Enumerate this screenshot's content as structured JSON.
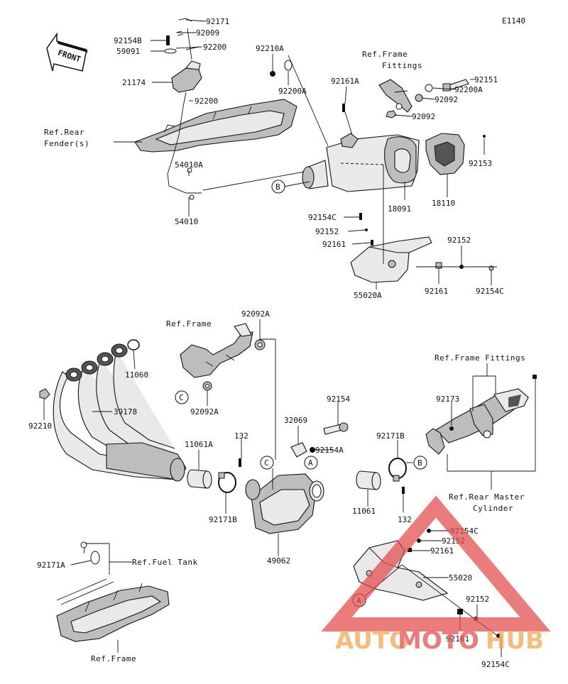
{
  "diagram_code": "E1140",
  "front_label": "FRONT",
  "watermark": {
    "text_a": "AUTO",
    "text_b": "MOTO",
    "text_c": "HUB",
    "color_orange": "#f5a14a",
    "color_red": "#e34a4a"
  },
  "labels": {
    "p92171_top": "92171",
    "p92154B": "92154B",
    "p92009": "92009",
    "p59091": "59091",
    "p92200_top": "92200",
    "p21174": "21174",
    "p92200_mid": "92200",
    "p54010A": "54010A",
    "p54010": "54010",
    "p92210A": "92210A",
    "p92200A_left": "92200A",
    "p92161A": "92161A",
    "p92151": "92151",
    "p92200A_right": "92200A",
    "p92092_a": "92092",
    "p92092_b": "92092",
    "p92153": "92153",
    "p18091": "18091",
    "p18110": "18110",
    "p92154C_up": "92154C",
    "p92152_up": "92152",
    "p92161_up": "92161",
    "p92152_upr": "92152",
    "p55020A": "55020A",
    "p92161_upr": "92161",
    "p92154C_upr": "92154C",
    "p92092A_top": "92092A",
    "p11060": "11060",
    "p92092A_bot": "92092A",
    "p92210": "92210",
    "p39178": "39178",
    "p32069": "32069",
    "p92154": "92154",
    "p132_left": "132",
    "p11061A": "11061A",
    "p92154A": "92154A",
    "p92171B_right": "92171B",
    "p92173": "92173",
    "p11061": "11061",
    "p92171B_left": "92171B",
    "p132_right": "132",
    "p49062": "49062",
    "p92171A": "92171A",
    "p92154C_low": "92154C",
    "p92152_low": "92152",
    "p92161_low": "92161",
    "p55020": "55020",
    "p92152_lowr": "92152",
    "p92161_lowr": "92161",
    "p92154C_lowr": "92154C"
  },
  "refs": {
    "rear_fender_1": "Ref.Rear",
    "rear_fender_2": "Fender(s)",
    "frame_fittings_1": "Ref.Frame",
    "frame_fittings_2": "Fittings",
    "frame_mid": "Ref.Frame",
    "frame_fittings_right": "Ref.Frame Fittings",
    "rear_master_1": "Ref.Rear Master",
    "rear_master_2": "Cylinder",
    "fuel_tank": "Ref.Fuel Tank",
    "frame_bottom": "Ref.Frame"
  },
  "callouts": {
    "a": "A",
    "b": "B",
    "c": "C"
  }
}
